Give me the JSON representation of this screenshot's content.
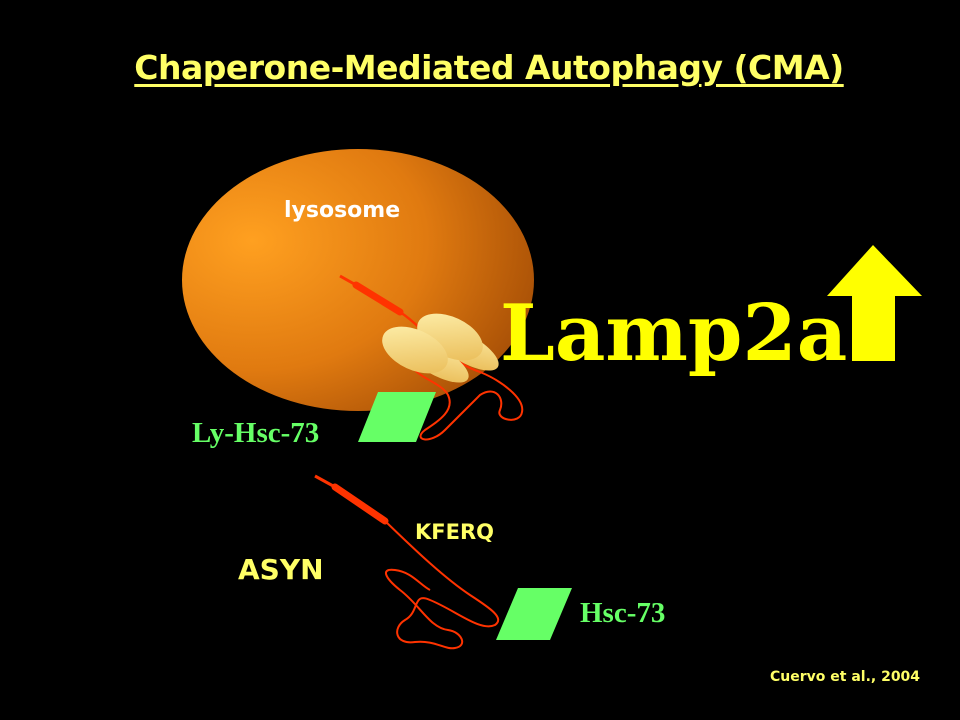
{
  "slide": {
    "title": "Chaperone-Mediated Autophagy (CMA)",
    "lysosome_label": "lysosome",
    "receptor_label": "Lamp2a",
    "lysosomal_chaperone_label": "Ly-Hsc-73",
    "cytosolic_chaperone_label": "Hsc-73",
    "motif_label": "KFERQ",
    "substrate_label": "ASYN",
    "citation": "Cuervo et al., 2004"
  },
  "colors": {
    "background": "#000000",
    "title": "#ffff66",
    "lysosome": "#ff9900",
    "chaperone": "#66ff66",
    "protein_chain": "#ff3300",
    "receptor": "#ffdd77",
    "up_arrow": "#ffff00"
  },
  "icons": {
    "increase_indicator": "up-arrow-icon"
  }
}
